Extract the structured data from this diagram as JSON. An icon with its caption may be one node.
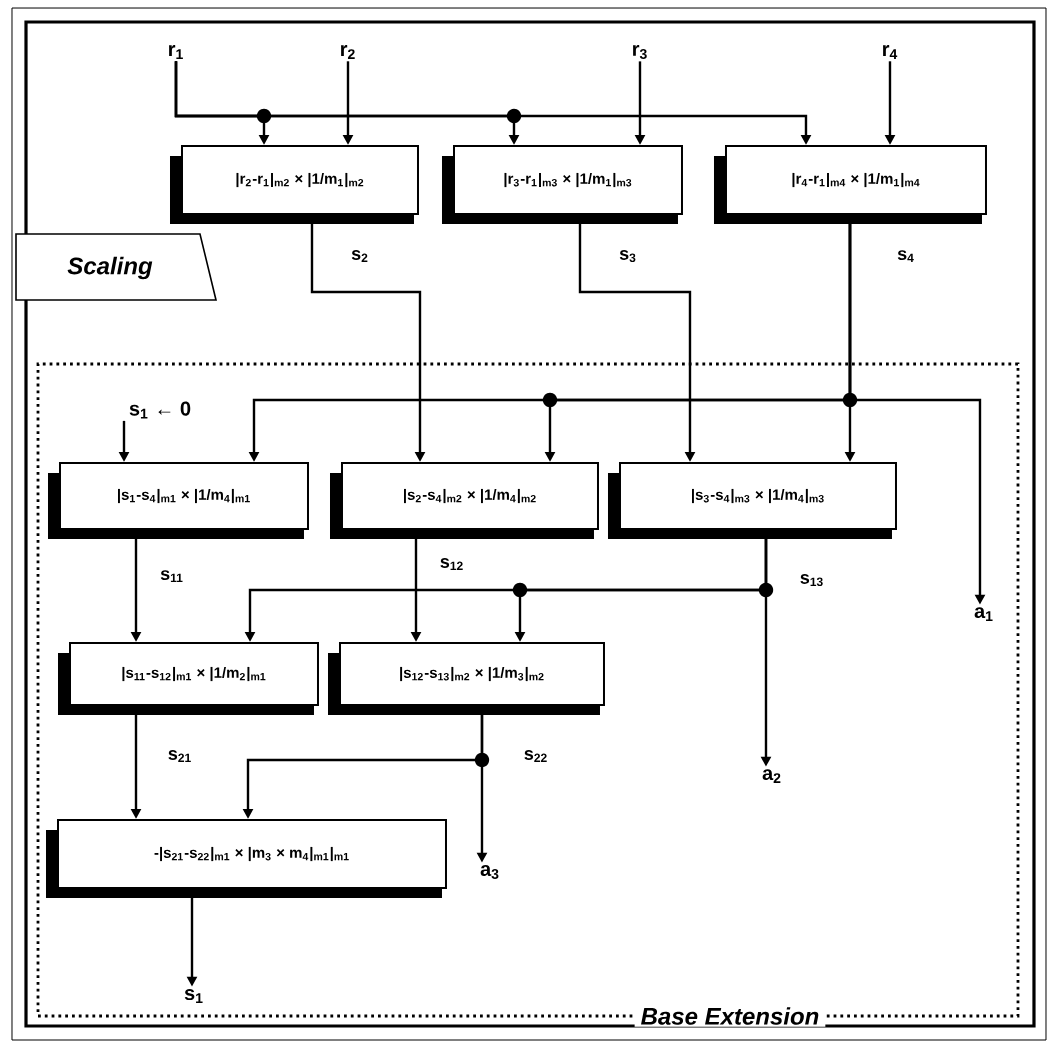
{
  "diagram": {
    "nodes": [
      {
        "text": [
          "Scaling"
        ]
      },
      {
        "text": [
          "Base Extension"
        ],
        "in": 0
      },
      {
        "text": [
          "r$_{1}$"
        ],
        "in": 0
      },
      {
        "text": [
          "r$_{2}$"
        ],
        "in": 0
      },
      {
        "text": [
          "r$_{3}$"
        ],
        "in": 0
      },
      {
        "text": [
          "r$_{4}$"
        ],
        "in": 0
      },
      {
        "text": [
          "|r$_{2}$-r$_{1}$|$_{m2}$ × |1/m$_{1}$|$_{m2}$"
        ],
        "in": 0
      },
      {
        "text": [
          "|r$_{3}$-r$_{1}$|$_{m3}$ × |1/m$_{1}$|$_{m3}$"
        ],
        "in": 0
      },
      {
        "text": [
          "|r$_{4}$-r$_{1}$|$_{m4}$ × |1/m$_{1}$|$_{m4}$"
        ],
        "in": 0
      },
      {
        "text": [
          "s$_{1}$ ← 0"
        ],
        "in": 1
      },
      {
        "text": [
          "|s$_{1}$-s$_{4}$|$_{m1}$ × |1/m$_{4}$|$_{m1}$"
        ],
        "in": 1
      },
      {
        "text": [
          "|s$_{2}$-s$_{4}$|$_{m2}$ × |1/m$_{4}$|$_{m2}$"
        ],
        "in": 1
      },
      {
        "text": [
          "|s$_{3}$-s$_{4}$|$_{m3}$ × |1/m$_{4}$|$_{m3}$"
        ],
        "in": 1
      },
      {
        "text": [
          "a$_{1}$"
        ],
        "in": 1
      },
      {
        "text": [
          "|s$_{11}$-s$_{12}$|$_{m1}$ × |1/m$_{2}$|$_{m1}$"
        ],
        "in": 1
      },
      {
        "text": [
          "|s$_{12}$-s$_{13}$|$_{m2}$ × |1/m$_{3}$|$_{m2}$"
        ],
        "in": 1
      },
      {
        "text": [
          "a$_{2}$"
        ],
        "in": 1
      },
      {
        "text": [
          "-|s$_{21}$-s$_{22}$|$_{m1}$ × |m$_{3}$ × m$_{4}$|$_{m1}$|$_{m1}$"
        ],
        "in": 1
      },
      {
        "text": [
          "a$_{3}$"
        ],
        "in": 1
      },
      {
        "text": [
          "s$_{1}$"
        ],
        "in": 1
      }
    ],
    "edges": [
      {
        "from": 2,
        "to": 6,
        "arrow": "to"
      },
      {
        "from": 2,
        "to": 7,
        "arrow": "to"
      },
      {
        "from": 2,
        "to": 8,
        "arrow": "to"
      },
      {
        "from": 3,
        "to": 6,
        "arrow": "to"
      },
      {
        "from": 4,
        "to": 7,
        "arrow": "to"
      },
      {
        "from": 5,
        "to": 8,
        "arrow": "to"
      },
      {
        "from": 6,
        "to": 11,
        "arrow": "to",
        "label": "s$_{2}$"
      },
      {
        "from": 7,
        "to": 12,
        "arrow": "to",
        "label": "s$_{3}$"
      },
      {
        "from": 8,
        "to": 10,
        "arrow": "to",
        "label": "s$_{4}$"
      },
      {
        "from": 8,
        "to": 11,
        "arrow": "to"
      },
      {
        "from": 8,
        "to": 12,
        "arrow": "to"
      },
      {
        "from": 8,
        "to": 13,
        "arrow": "to"
      },
      {
        "from": 9,
        "to": 10,
        "arrow": "to"
      },
      {
        "from": 10,
        "to": 14,
        "arrow": "to",
        "label": "s$_{11}$"
      },
      {
        "from": 11,
        "to": 15,
        "arrow": "to",
        "label": "s$_{12}$"
      },
      {
        "from": 12,
        "to": 14,
        "arrow": "to",
        "label": "s$_{13}$"
      },
      {
        "from": 12,
        "to": 15,
        "arrow": "to"
      },
      {
        "from": 12,
        "to": 16,
        "arrow": "to"
      },
      {
        "from": 14,
        "to": 17,
        "arrow": "to",
        "label": "s$_{21}$"
      },
      {
        "from": 15,
        "to": 17,
        "arrow": "to",
        "label": "s$_{22}$"
      },
      {
        "from": 15,
        "to": 18,
        "arrow": "to"
      },
      {
        "from": 17,
        "to": 19,
        "arrow": "to"
      }
    ]
  }
}
